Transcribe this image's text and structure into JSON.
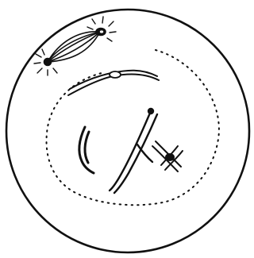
{
  "colors": {
    "background": "#ffffff",
    "ink": "#111111"
  },
  "figure": {
    "cell_outline": "cell-membrane",
    "nucleus_outline": "nuclear-envelope-dotted",
    "structures": [
      "spindle-with-centrosomes",
      "aster-rays",
      "chromosome-horizontal",
      "chromosome-short-curved",
      "chromosome-long-diagonal",
      "chromosome-x-shaped"
    ]
  }
}
